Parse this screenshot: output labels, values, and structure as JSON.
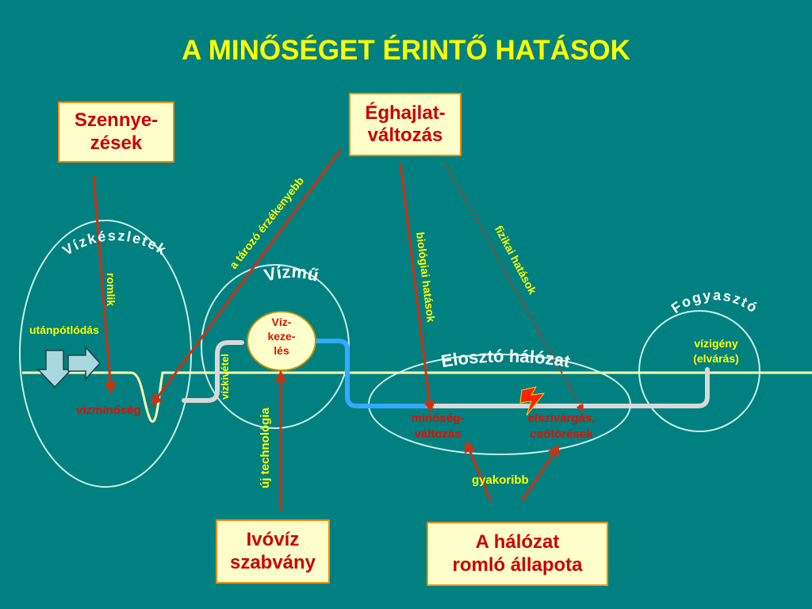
{
  "title": "A MINŐSÉGET ÉRINTŐ HATÁSOK",
  "boxes": {
    "pollution": "Szennye-\nzések",
    "climate": "Éghajlat-\nváltozás",
    "standard": "Ivóvíz\nszabvány",
    "network_state": "A hálózat\nromló állapota"
  },
  "regions": {
    "resources": "Vízkészletek",
    "waterworks": "Vízmű",
    "distribution": "Elosztó hálózat",
    "consumer": "Fogyasztó"
  },
  "labels": {
    "replenishment": "utánpótlódás",
    "deteriorates": "romlik",
    "water_quality": "vízminőség",
    "abstraction": "vízkivétel",
    "treatment": "Víz-\nkeze-\nlés",
    "new_technology": "új technológia",
    "reservoir_sensitive": "a tározó érzékenyebb",
    "biological_effects": "biológiai hatások",
    "physical_effects": "fizikai hatások",
    "quality_change": "minőség-\nváltozás",
    "leaks": "elszivárgás,\ncsőtörések",
    "more_frequent": "gyakoribb",
    "water_demand": "vízigény\n(elvárás)"
  },
  "colors": {
    "background": "#008080",
    "title": "#ffff00",
    "box_fill": "#ffffcc",
    "box_border": "#ff8c00",
    "box_text": "#cc0000",
    "arrow": "#d03010",
    "ring": "#c8f0ec",
    "water_line": "#ffffaa",
    "pipe_blue": "#33aaff",
    "pipe_grey": "#d8d8d8",
    "white_label": "#ffffff",
    "yellow_label": "#ffff00",
    "red_label": "#dd1100"
  }
}
